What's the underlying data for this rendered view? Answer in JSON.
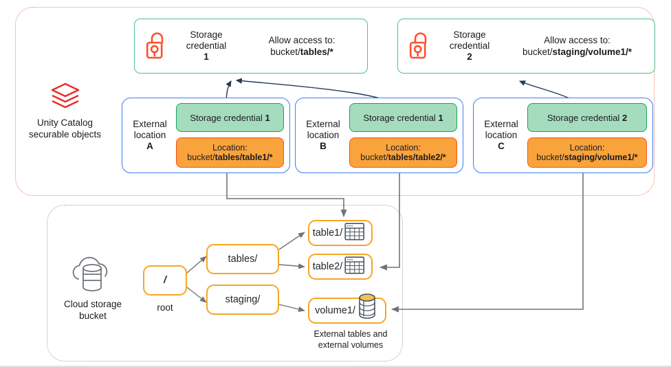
{
  "diagram": {
    "regions": {
      "unity_catalog": {
        "label_line1": "Unity Catalog",
        "label_line2": "securable objects",
        "icon": "databricks-layers-icon",
        "border_color": "#f0806a"
      },
      "cloud_storage": {
        "label_line1": "Cloud storage",
        "label_line2": "bucket",
        "icon": "cloud-database-icon",
        "border_color": "#9aa6b2"
      }
    },
    "storage_credentials": [
      {
        "id": "storage-credential-1",
        "icon": "open-padlock-icon",
        "title_line1": "Storage",
        "title_line2": "credential",
        "number": "1",
        "access_label": "Allow access to:",
        "access_prefix": "bucket/",
        "access_bold": "tables/*"
      },
      {
        "id": "storage-credential-2",
        "icon": "open-padlock-icon",
        "title_line1": "Storage",
        "title_line2": "credential",
        "number": "2",
        "access_label": "Allow access to:",
        "access_prefix": "bucket/",
        "access_bold": "staging/volume1/*"
      }
    ],
    "external_locations": [
      {
        "id": "external-location-a",
        "label_line1": "External",
        "label_line2": "location",
        "name": "A",
        "credential_prefix": "Storage credential ",
        "credential_number": "1",
        "location_label": "Location:",
        "location_prefix": "bucket/",
        "location_bold": "tables/table1/*"
      },
      {
        "id": "external-location-b",
        "label_line1": "External",
        "label_line2": "location",
        "name": "B",
        "credential_prefix": "Storage credential ",
        "credential_number": "1",
        "location_label": "Location:",
        "location_prefix": "bucket/",
        "location_bold": "tables/table2/*"
      },
      {
        "id": "external-location-c",
        "label_line1": "External",
        "label_line2": "location",
        "name": "C",
        "credential_prefix": "Storage credential ",
        "credential_number": "2",
        "location_label": "Location:",
        "location_prefix": "bucket/",
        "location_bold": "staging/volume1/*"
      }
    ],
    "bucket_tree": {
      "root": {
        "label": "/",
        "caption": "root"
      },
      "folders": [
        {
          "id": "node-tables",
          "label": "tables/"
        },
        {
          "id": "node-staging",
          "label": "staging/"
        }
      ],
      "leaves": [
        {
          "id": "node-table1",
          "label": "table1/",
          "icon": "table-icon"
        },
        {
          "id": "node-table2",
          "label": "table2/",
          "icon": "table-icon"
        },
        {
          "id": "node-volume1",
          "label": "volume1/",
          "icon": "volume-icon"
        }
      ],
      "caption_line1": "External tables and",
      "caption_line2": "external volumes"
    },
    "colors": {
      "green_fill": "#a6dcbe",
      "green_border": "#17a05e",
      "orange_fill": "#f9a33c",
      "orange_border": "#fc4e20",
      "blue_border": "#3b7ff0",
      "node_border": "#f5a623",
      "credential_border": "#4fbf8b",
      "icon_red": "#fc5130",
      "connector_gray": "#6f7479",
      "connector_dark": "#243b53"
    }
  }
}
